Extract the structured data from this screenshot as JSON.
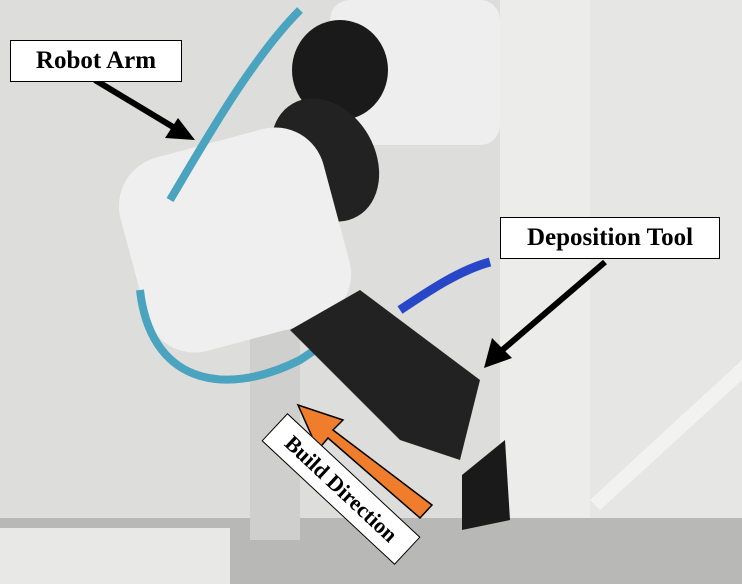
{
  "labels": {
    "robot_arm": "Robot Arm",
    "deposition_tool": "Deposition Tool",
    "build_direction": "Build Direction"
  },
  "colors": {
    "arrow_black": "#000000",
    "arrow_orange": "#ef7d2b",
    "background": "#dcdcda"
  }
}
